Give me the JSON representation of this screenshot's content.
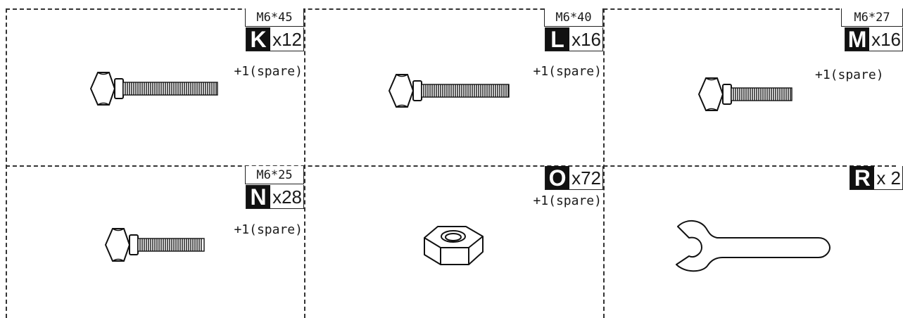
{
  "parts": [
    {
      "id": "K",
      "spec": "M6*45",
      "letter": "K",
      "qty": "x12",
      "spare": "+1(spare)",
      "kind": "hex-bolt"
    },
    {
      "id": "L",
      "spec": "M6*40",
      "letter": "L",
      "qty": "x16",
      "spare": "+1(spare)",
      "kind": "hex-bolt"
    },
    {
      "id": "M",
      "spec": "M6*27",
      "letter": "M",
      "qty": "x16",
      "spare": "+1(spare)",
      "kind": "hex-bolt"
    },
    {
      "id": "N",
      "spec": "M6*25",
      "letter": "N",
      "qty": "x28",
      "spare": "+1(spare)",
      "kind": "hex-bolt"
    },
    {
      "id": "O",
      "letter": "O",
      "qty": "x72",
      "spare": "+1(spare)",
      "kind": "hex-nut"
    },
    {
      "id": "R",
      "letter": "R",
      "qty": "x 2",
      "kind": "wrench"
    }
  ],
  "colors": {
    "ink": "#111111",
    "line": "#333333",
    "background": "#ffffff"
  }
}
